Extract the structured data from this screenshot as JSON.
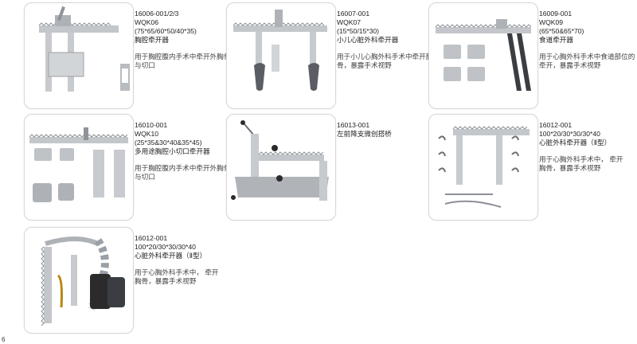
{
  "products": [
    {
      "code": "16006-001/2/3",
      "model": "WQK06",
      "spec": "(75*65/60*50/40*35)",
      "name": "胸腔牵开器",
      "desc": [
        "用于胸腔腹内手术中牵开外胸骨",
        "与切口"
      ]
    },
    {
      "code": "16007-001",
      "model": "WQK07",
      "spec": "(15*50/15*30)",
      "name": "小儿心脏外科牵开器",
      "desc": [
        "用于小儿心胸外科手术中牵开胸",
        "骨，暴露手术视野"
      ]
    },
    {
      "code": "16009-001",
      "model": "WQK09",
      "spec": "(65*50&65*70)",
      "name": "食道牵开器",
      "desc": [
        "用于心胸外科手术中食道部位的",
        "牵开，暴露手术视野"
      ]
    },
    {
      "code": "16010-001",
      "model": "WQK10",
      "spec": "(25*35&30*40&35*45)",
      "name": "多用途胸腔小切口牵开器",
      "desc": [
        "用于胸腔腹内手术中牵开外胸骨",
        "与切口"
      ]
    },
    {
      "code": "16013-001",
      "model": "",
      "spec": "",
      "name": "左前降支微创搭桥",
      "desc": []
    },
    {
      "code": "16012-001",
      "model": "",
      "spec": "100*20/30*30/30*40",
      "name": "心脏外科牵开器（Ⅱ型）",
      "desc": [
        "用于心胸外科手术中，  牵开",
        "胸骨，暴露手术视野"
      ]
    },
    {
      "code": "16012-001",
      "model": "",
      "spec": "100*20/30*30/30*40",
      "name": "心脏外科牵开器（Ⅱ型）",
      "desc": [
        "用于心胸外科手术中，  牵开",
        "胸骨，暴露手术视野"
      ]
    }
  ],
  "page_number": "6",
  "colors": {
    "metal": "#b9bcc0",
    "metal_dark": "#7b7f85",
    "handle_dark": "#2b2b2b",
    "border": "#d8d8d8"
  }
}
